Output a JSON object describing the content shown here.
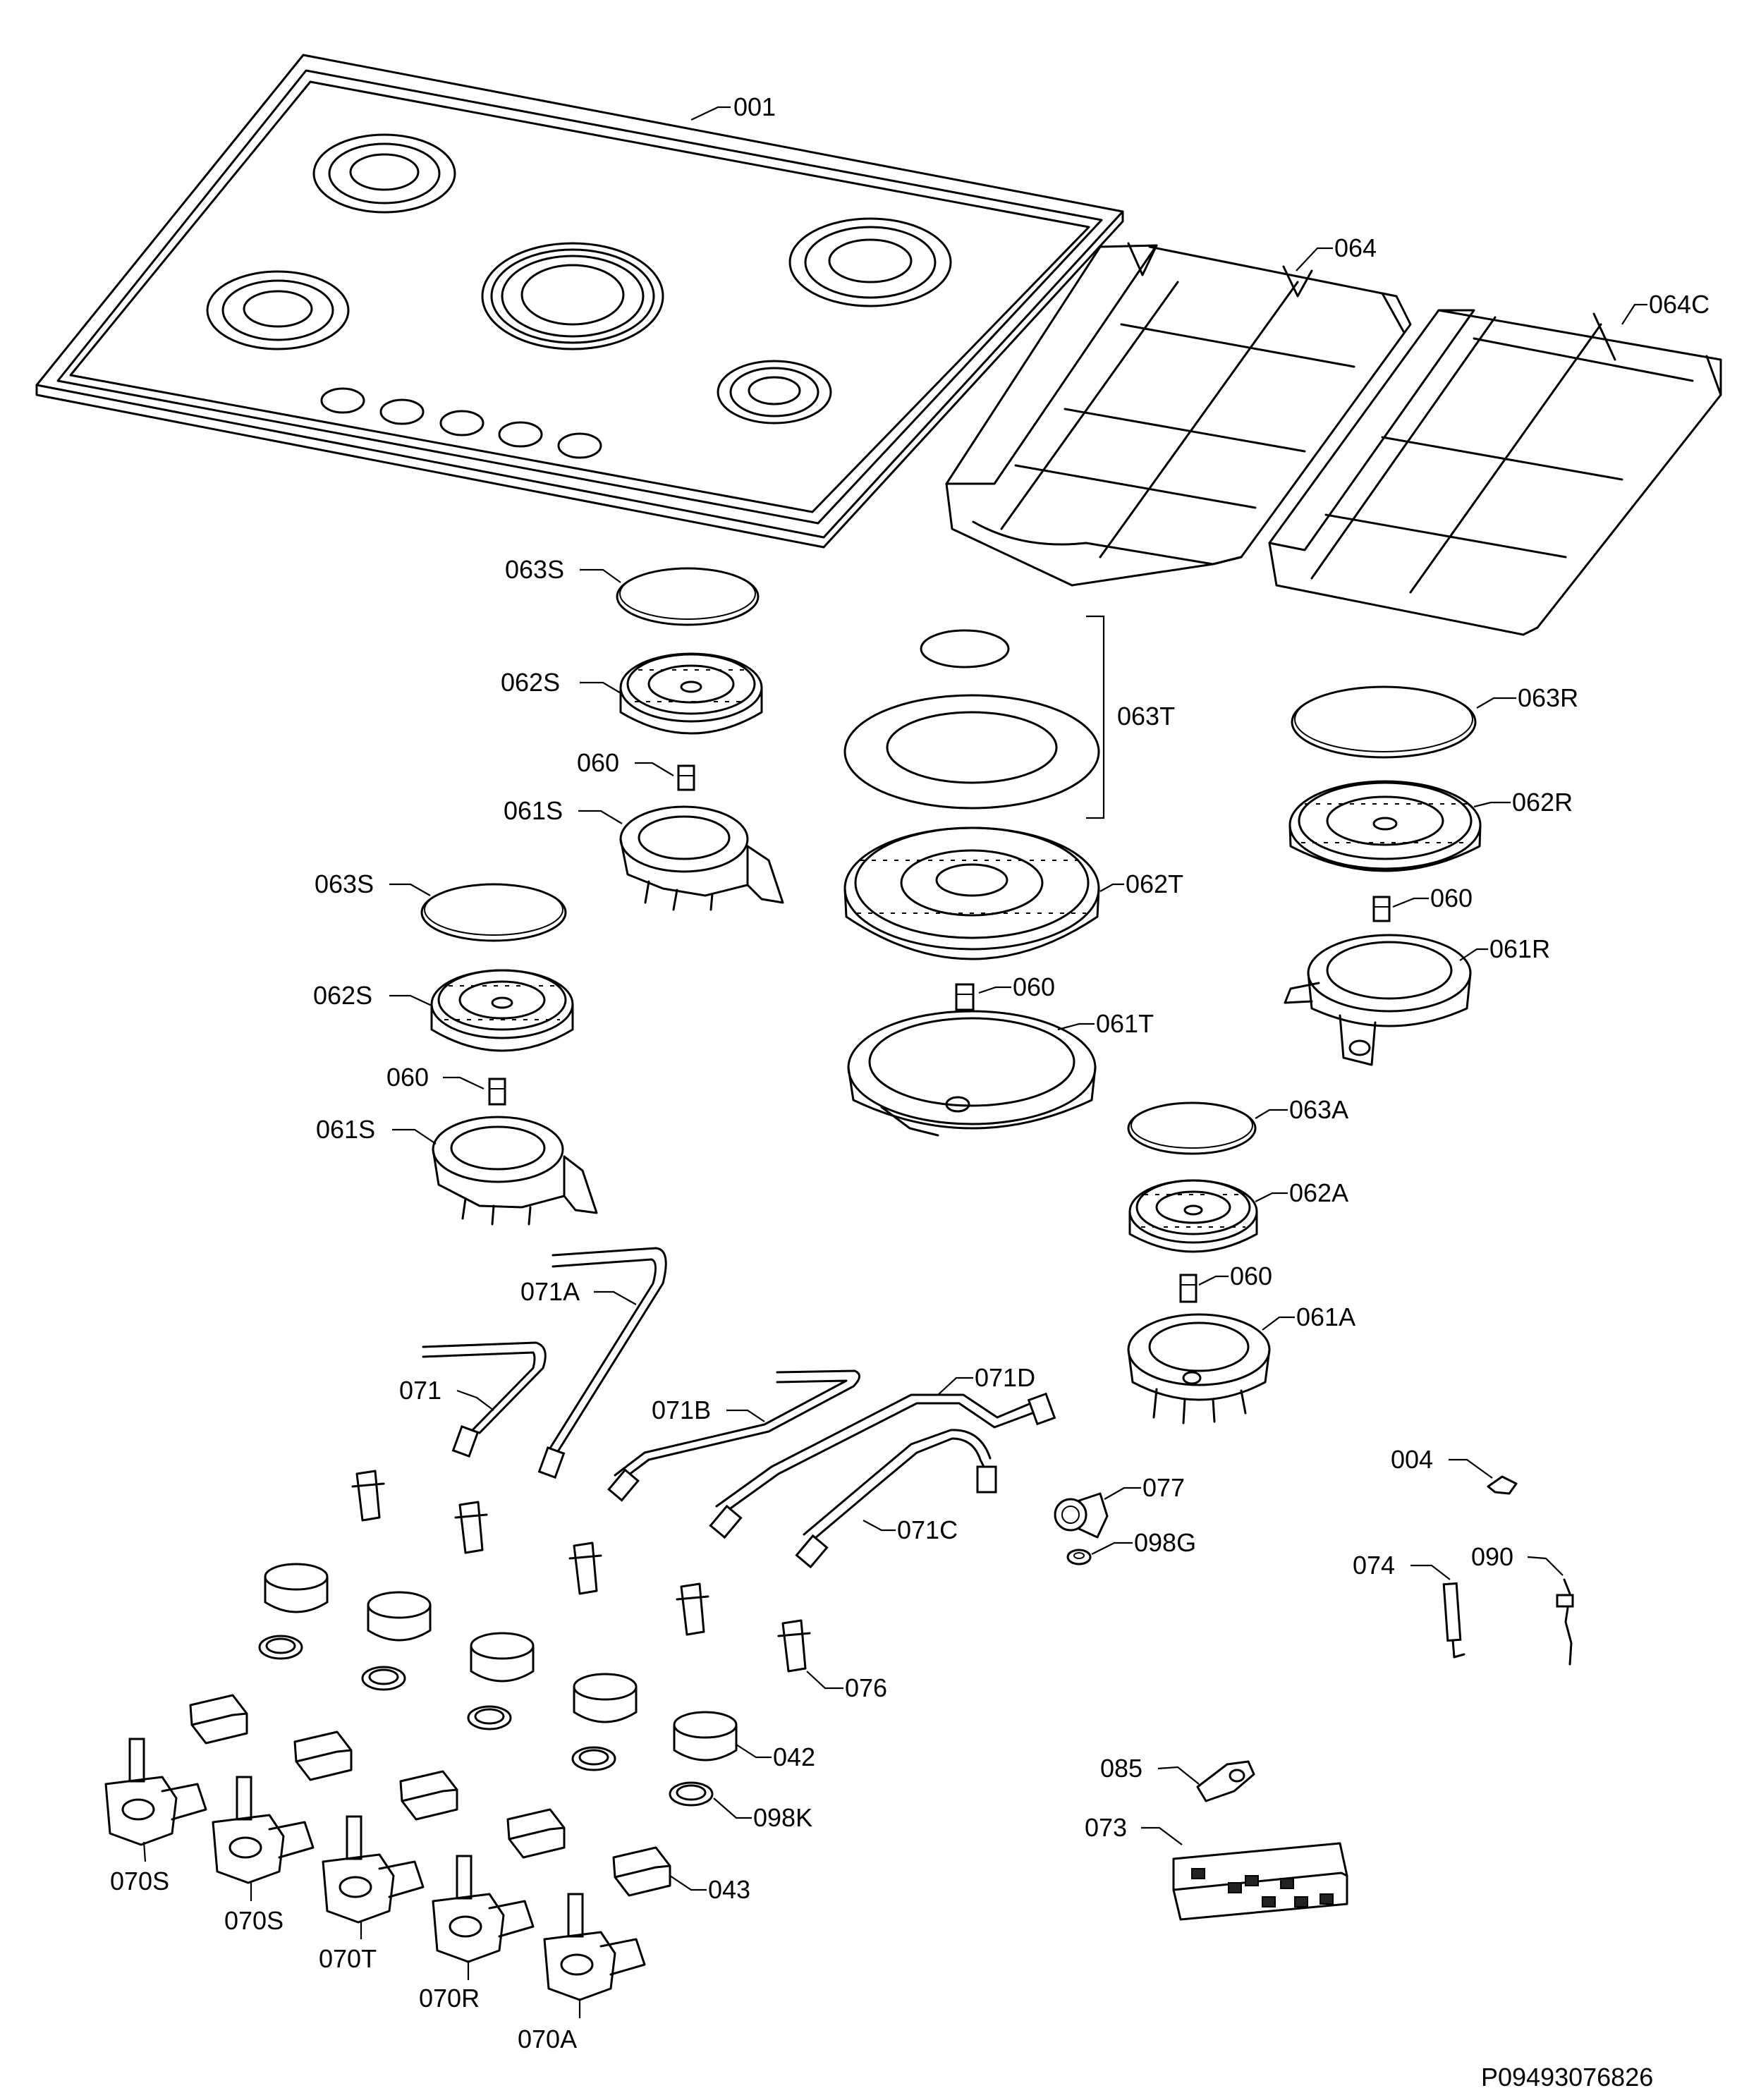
{
  "doc_id": "P09493076826",
  "labels": {
    "l001": "001",
    "l064": "064",
    "l064C": "064C",
    "l063S_a": "063S",
    "l062S_a": "062S",
    "l060_a": "060",
    "l061S_a": "061S",
    "l063T": "063T",
    "l063R": "063R",
    "l062R": "062R",
    "l060_b": "060",
    "l062T": "062T",
    "l061R": "061R",
    "l063S_b": "063S",
    "l062S_b": "062S",
    "l060_c": "060",
    "l061T": "061T",
    "l060_d": "060",
    "l061S_b": "061S",
    "l063A": "063A",
    "l062A": "062A",
    "l060_e": "060",
    "l061A": "061A",
    "l071A": "071A",
    "l071": "071",
    "l071D": "071D",
    "l071B": "071B",
    "l004": "004",
    "l077": "077",
    "l098G": "098G",
    "l071C": "071C",
    "l074": "074",
    "l090": "090",
    "l076": "076",
    "l042": "042",
    "l085": "085",
    "l098K": "098K",
    "l073": "073",
    "l043": "043",
    "l070S_a": "070S",
    "l070S_b": "070S",
    "l070T": "070T",
    "l070R": "070R",
    "l070A": "070A"
  }
}
